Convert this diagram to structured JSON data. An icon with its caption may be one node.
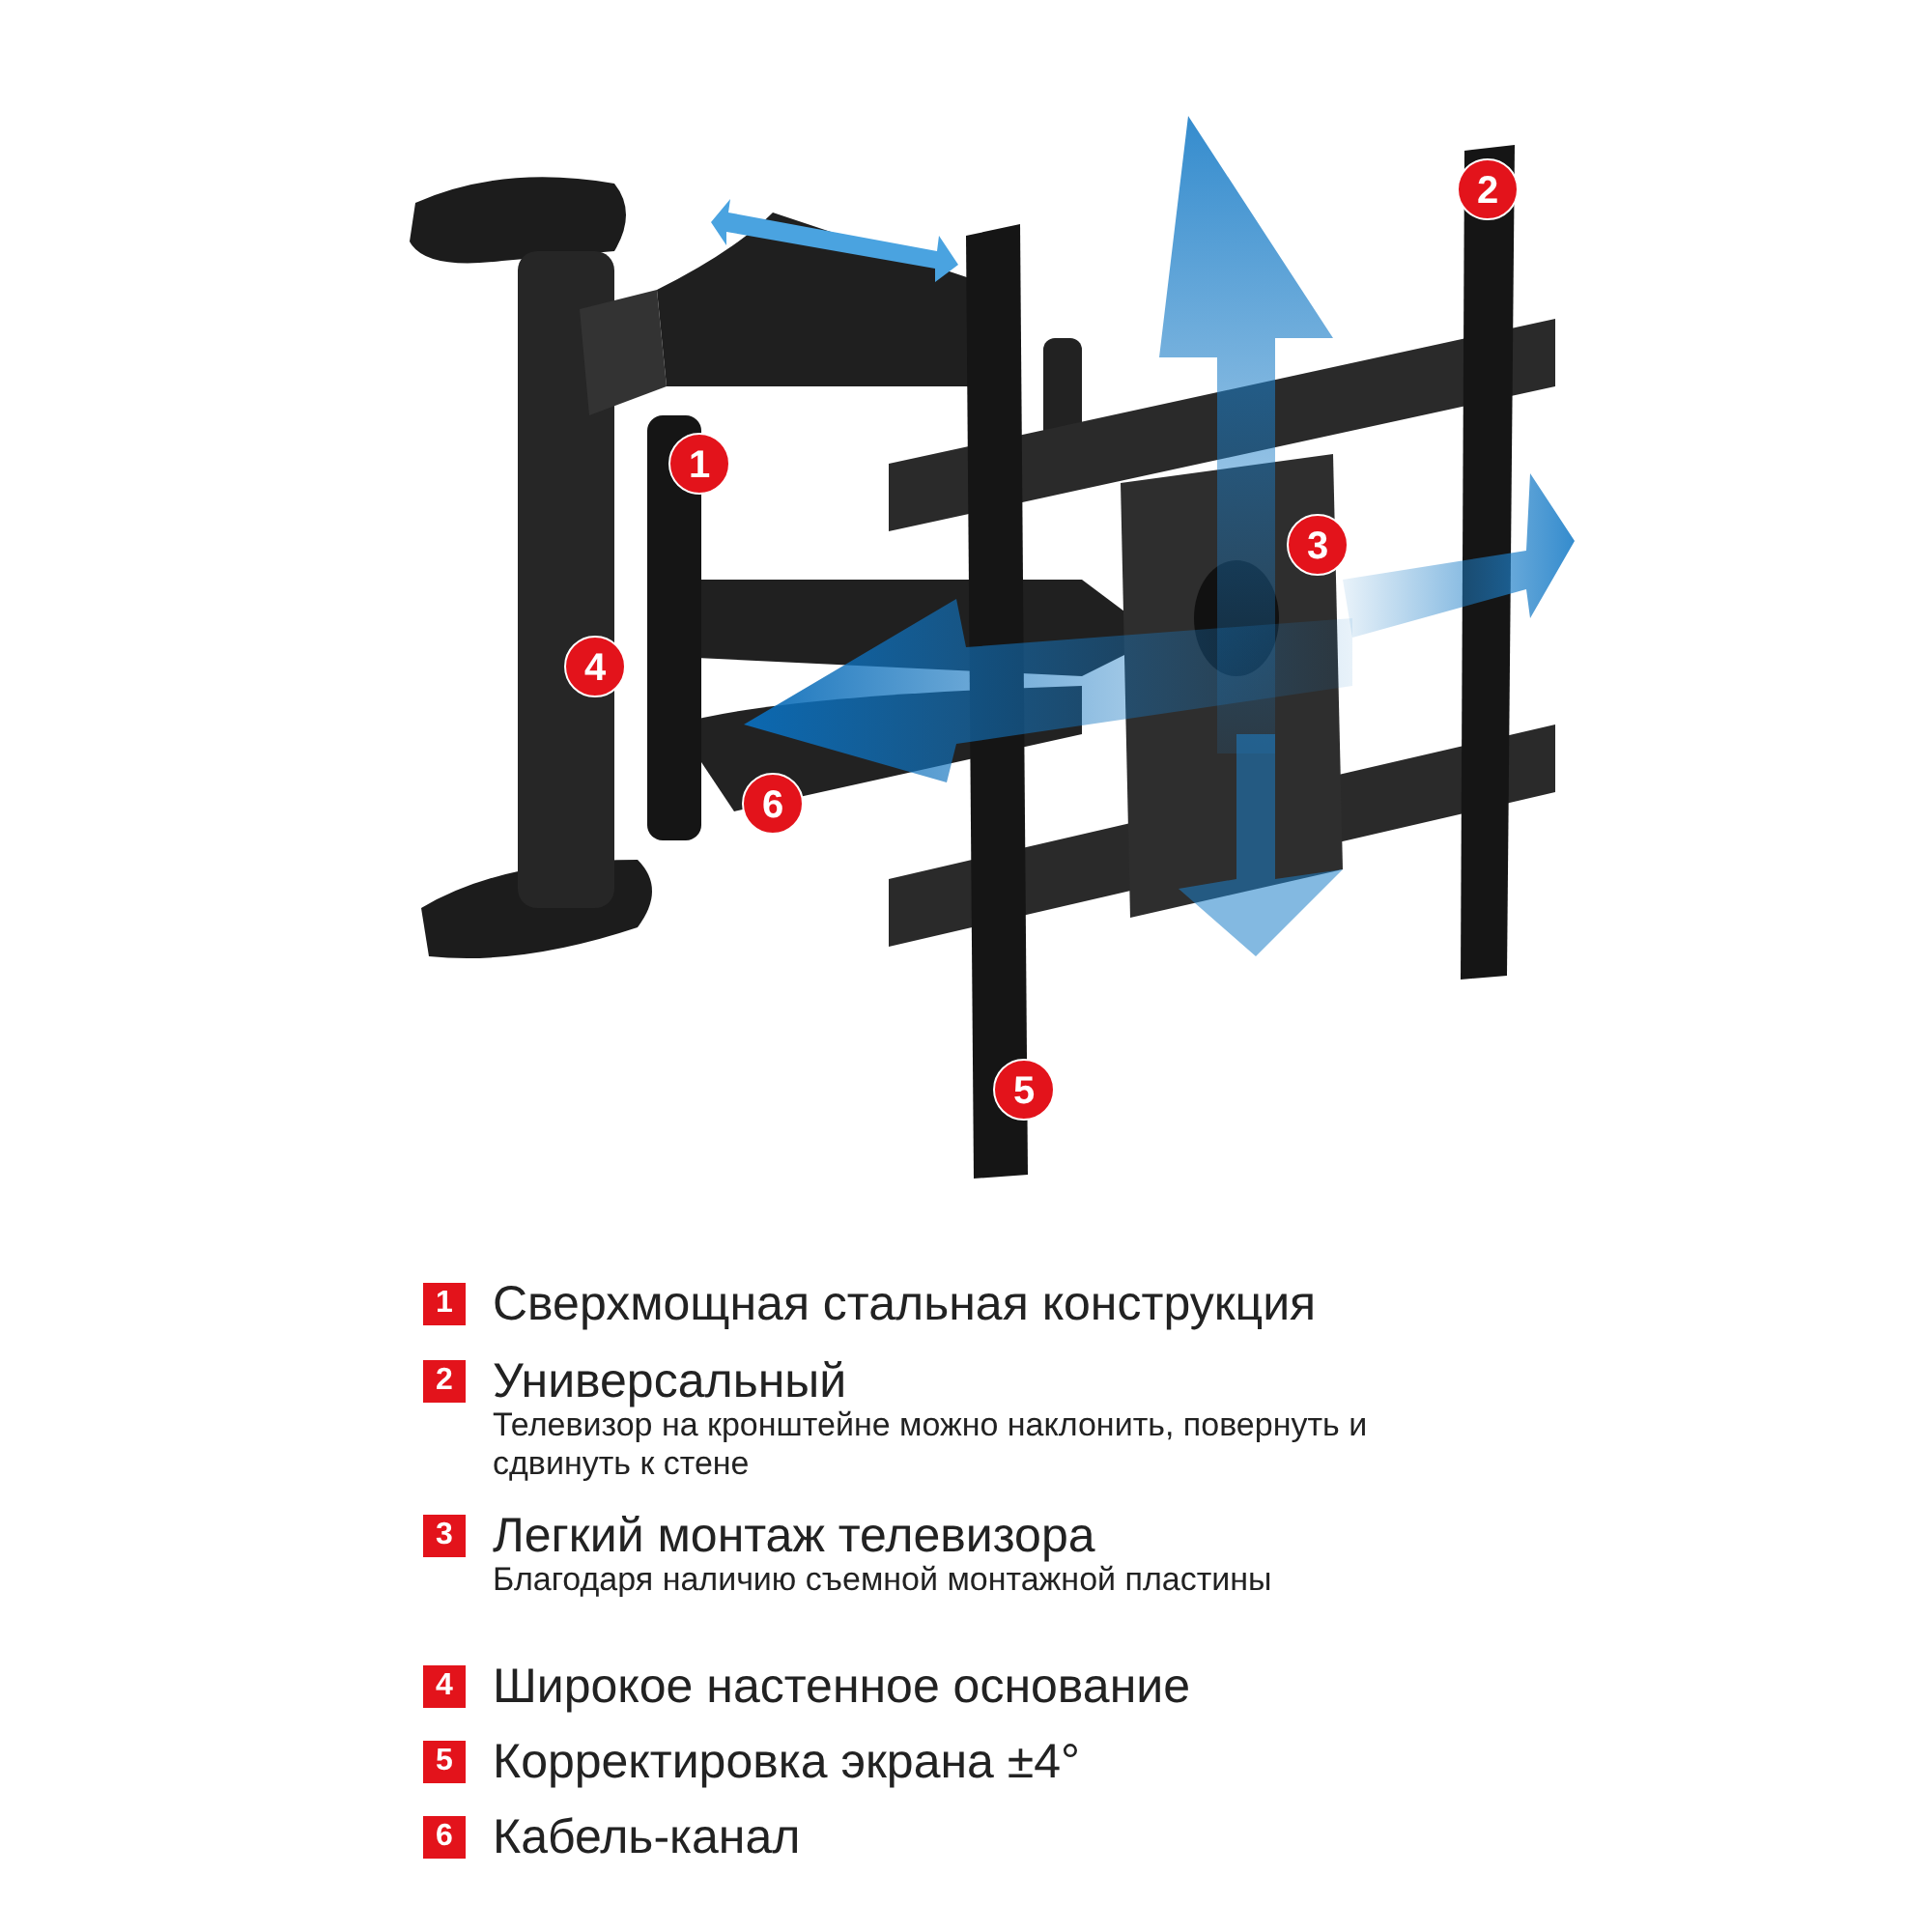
{
  "diagram": {
    "nodes": [
      {
        "text": [
          "1"
        ]
      },
      {
        "text": [
          "2"
        ]
      },
      {
        "text": [
          "3"
        ]
      },
      {
        "text": [
          "4"
        ]
      },
      {
        "text": [
          "5"
        ]
      },
      {
        "text": [
          "6"
        ]
      },
      {
        "text": [
          "1"
        ],
        "beside": [
          "Сверхмощная стальная конструкция"
        ]
      },
      {
        "text": [
          "2"
        ],
        "beside": [
          "Универсальный",
          "Телевизор на кронштейне можно наклонить, повернуть и сдвинуть к стене"
        ]
      },
      {
        "text": [
          "3"
        ],
        "beside": [
          "Легкий монтаж телевизора",
          "Благодаря наличию съемной монтажной пластины"
        ]
      },
      {
        "text": [
          "4"
        ],
        "beside": [
          "Широкое настенное основание"
        ]
      },
      {
        "text": [
          "5"
        ],
        "beside": [
          "Корректировка экрана ±4°"
        ]
      },
      {
        "text": [
          "6"
        ],
        "beside": [
          "Кабель-канал"
        ]
      }
    ]
  }
}
